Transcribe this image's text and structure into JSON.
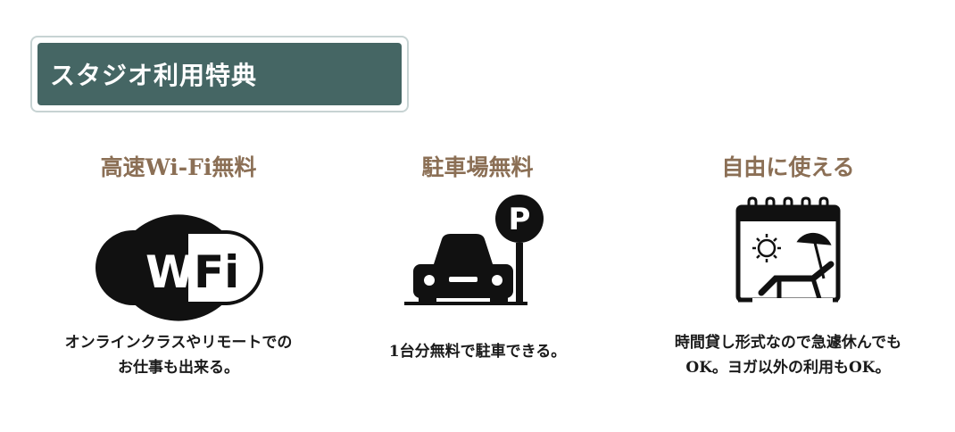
{
  "header": {
    "title": "スタジオ利用特典"
  },
  "features": [
    {
      "title": "高速Wi-Fi無料",
      "icon": "wifi-icon",
      "icon_text_left": "Wi",
      "icon_text_right": "Fi",
      "description_lines": [
        "オンラインクラスやリモートでの",
        "お仕事も出来る。"
      ]
    },
    {
      "title": "駐車場無料",
      "icon": "parking-car-icon",
      "icon_text": "P",
      "description_lines": [
        "1台分無料で駐車できる。"
      ]
    },
    {
      "title": "自由に使える",
      "icon": "calendar-beach-icon",
      "description_lines": [
        "時間貸し形式なので急遽休んでも",
        "OK。ヨガ以外の利用もOK。"
      ]
    }
  ],
  "colors": {
    "header_bg": "#456664",
    "header_border": "#c7d3d3",
    "title_brown": "#8b6f55",
    "icon_dark": "#111111"
  }
}
